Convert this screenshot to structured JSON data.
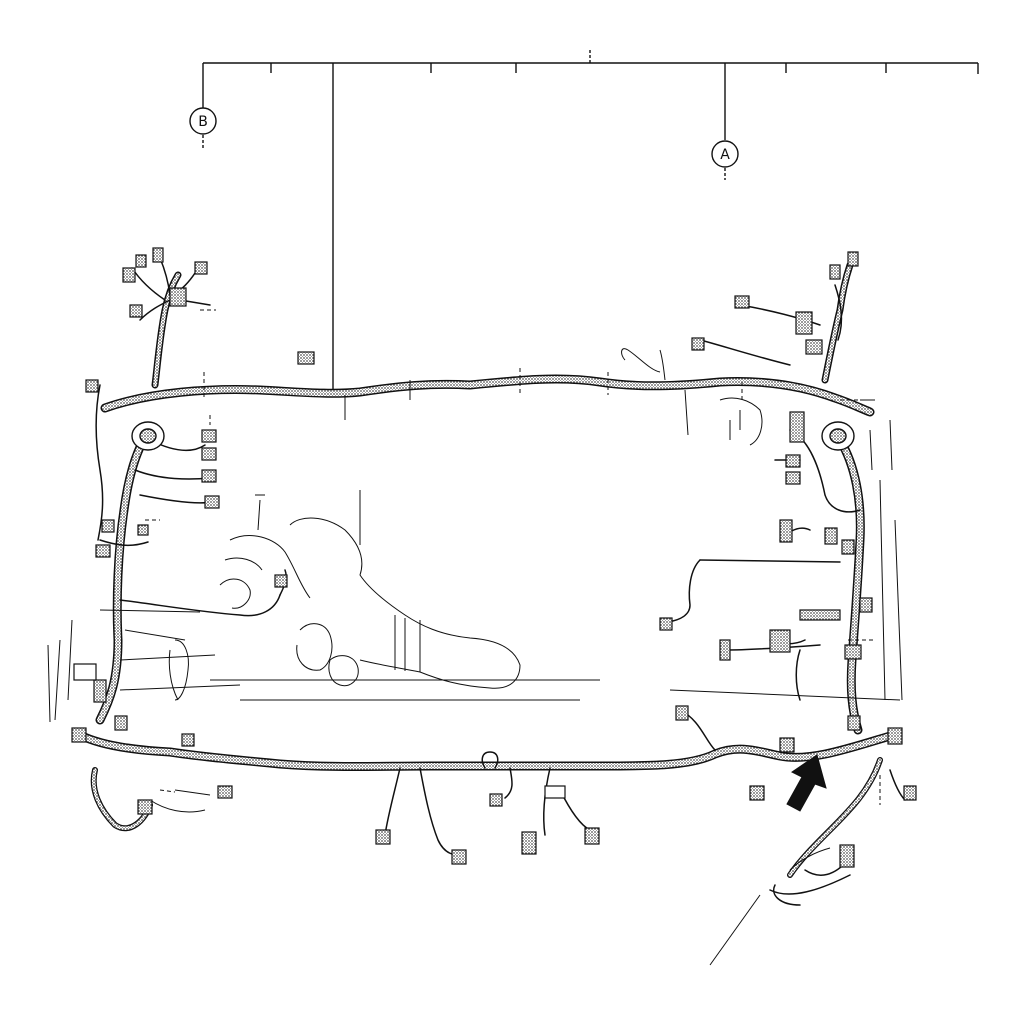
{
  "diagram": {
    "callouts": [
      {
        "id": "B",
        "label": "B"
      },
      {
        "id": "A",
        "label": "A"
      }
    ],
    "colors": {
      "line": "#111111",
      "harness_fill": "#9a9a9a",
      "arrow": "#111111",
      "background": "#ffffff"
    }
  }
}
